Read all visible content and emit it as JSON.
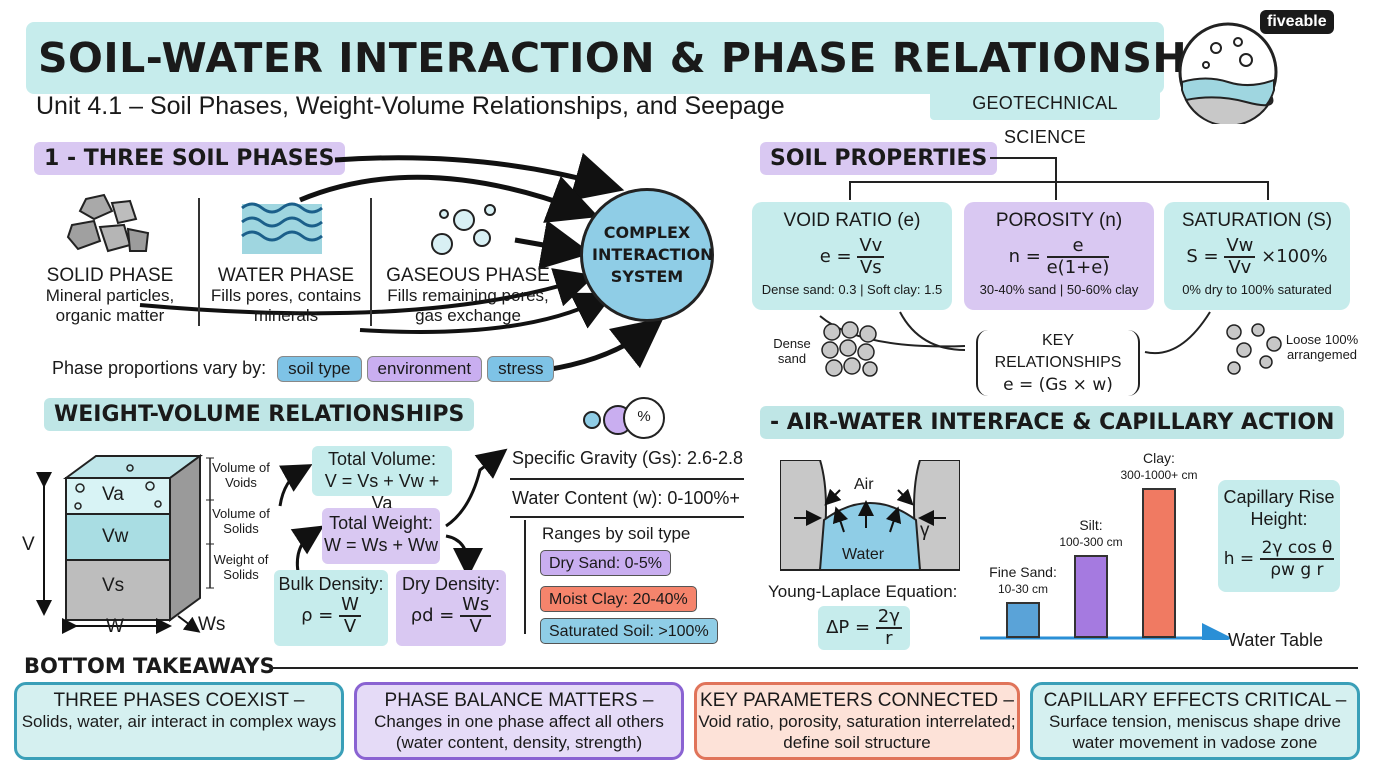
{
  "header": {
    "title": "SOIL-WATER INTERACTION & PHASE RELATIONSHIPS",
    "subtitle": "Unit 4.1 – Soil Phases, Weight-Volume Relationships, and Seepage",
    "brand": "fiveable",
    "tag": "GEOTECHNICAL SCIENCE"
  },
  "phases": {
    "heading": "1 - THREE SOIL PHASES",
    "solid_title": "SOLID PHASE",
    "solid_desc": "Mineral particles, organic matter",
    "water_title": "WATER PHASE",
    "water_desc": "Fills pores, contains minerals",
    "gas_title": "GASEOUS PHASE",
    "gas_desc": "Fills remaining pores, gas exchange",
    "system": "COMPLEX INTERACTION SYSTEM",
    "proportions_label": "Phase proportions vary by:",
    "factors": [
      "soil type",
      "environment",
      "stress"
    ]
  },
  "properties": {
    "heading": "SOIL PROPERTIES",
    "void_title": "VOID RATIO (e)",
    "void_lhs": "e =",
    "void_num": "Vv",
    "void_den": "Vs",
    "void_note": "Dense sand: 0.3 | Soft clay: 1.5",
    "por_title": "POROSITY (n)",
    "por_lhs": "n =",
    "por_num": "e",
    "por_den": "e(1+e)",
    "por_note": "30-40% sand | 50-60% clay",
    "sat_title": "SATURATION (S)",
    "sat_lhs": "S =",
    "sat_num": "Vw",
    "sat_den": "Vv",
    "sat_rhs": "×100%",
    "sat_note": "0% dry to 100% saturated",
    "dense_label": "Dense sand",
    "key_title": "KEY RELATIONSHIPS",
    "key_eq": "e = (Gs × w)",
    "loose_label": "Loose 100% arrangemed"
  },
  "wv": {
    "heading": "WEIGHT-VOLUME RELATIONSHIPS",
    "va": "Va",
    "vw": "Vw",
    "vs": "Vs",
    "v": "V",
    "w": "W",
    "ws": "Ws",
    "vol_voids": "Volume of Voids",
    "vol_solids": "Volume of Solids",
    "wt_solids": "Weight of Solids",
    "total_volume_title": "Total Volume:",
    "total_volume_eq": "V = Vs + Vw + Va",
    "total_weight_title": "Total Weight:",
    "total_weight_eq": "W = Ws + Ww",
    "bulk_title": "Bulk Density:",
    "bulk_lhs": "ρ =",
    "bulk_num": "W",
    "bulk_den": "V",
    "dry_title": "Dry Density:",
    "dry_lhs": "ρd =",
    "dry_num": "Ws",
    "dry_den": "V",
    "percent": "%",
    "sg": "Specific Gravity (Gs): 2.6-2.8",
    "wc": "Water Content (w): 0-100%+",
    "ranges_title": "Ranges by soil type",
    "ranges": [
      "Dry Sand: 0-5%",
      "Moist Clay: 20-40%",
      "Saturated Soil: >100%"
    ]
  },
  "capillary": {
    "heading": "- AIR-WATER INTERFACE & CAPILLARY ACTION",
    "air": "Air",
    "water": "Water",
    "gamma": "γ",
    "yl_title": "Young-Laplace Equation:",
    "yl_lhs": "ΔP =",
    "yl_num": "2γ",
    "yl_den": "r",
    "rise_title": "Capillary Rise Height:",
    "rise_lhs": "h =",
    "rise_num": "2γ cos θ",
    "rise_den": "ρw g r",
    "water_table": "Water Table"
  },
  "chart_data": {
    "type": "bar",
    "categories": [
      "Fine Sand",
      "Silt",
      "Clay"
    ],
    "range_labels": [
      "10-30 cm",
      "100-300 cm",
      "300-1000+ cm"
    ],
    "values": [
      20,
      200,
      650
    ],
    "colors": [
      "#5aa3d8",
      "#a57ae0",
      "#f07a62"
    ],
    "xlabel": "Water Table"
  },
  "takeaways": {
    "heading": "BOTTOM TAKEAWAYS",
    "items": [
      {
        "title": "THREE PHASES COEXIST –",
        "body": "Solids, water, air interact in complex ways",
        "color": "#3a9fb8",
        "bg": "#d5f0f0"
      },
      {
        "title": "PHASE BALANCE MATTERS –",
        "body": "Changes in one phase affect all others (water content, density, strength)",
        "color": "#8a63d2",
        "bg": "#e5dbf7"
      },
      {
        "title": "KEY PARAMETERS CONNECTED –",
        "body": "Void ratio, porosity, saturation interrelated; define soil structure",
        "color": "#e0745a",
        "bg": "#fde2d8"
      },
      {
        "title": "CAPILLARY EFFECTS CRITICAL –",
        "body": "Surface tension, meniscus shape drive water movement in vadose zone",
        "color": "#3a9fb8",
        "bg": "#d5f0f0"
      }
    ]
  }
}
